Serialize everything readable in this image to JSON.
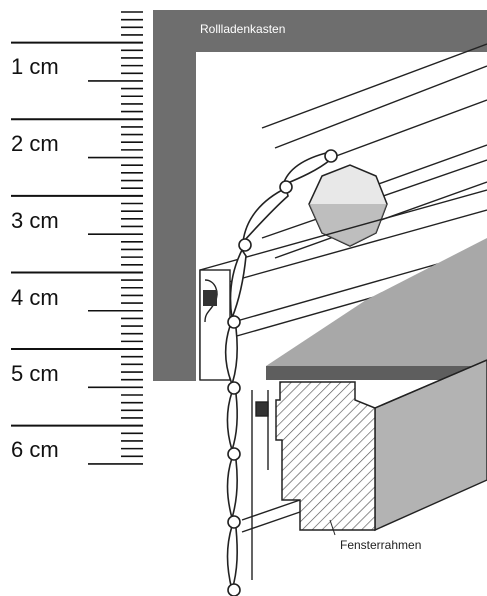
{
  "ruler": {
    "labels": [
      "1 cm",
      "2 cm",
      "3 cm",
      "4 cm",
      "5 cm",
      "6 cm"
    ]
  },
  "diagram": {
    "box_label": "Rollladenkasten",
    "frame_label": "Fensterrahmen"
  },
  "colors": {
    "box_gray": "#6e6e6e",
    "sill_gray": "#9a9a9a",
    "frame_side": "#b3b3b3",
    "frame_front": "#c8c8c8",
    "ink": "#1a1a1a"
  }
}
